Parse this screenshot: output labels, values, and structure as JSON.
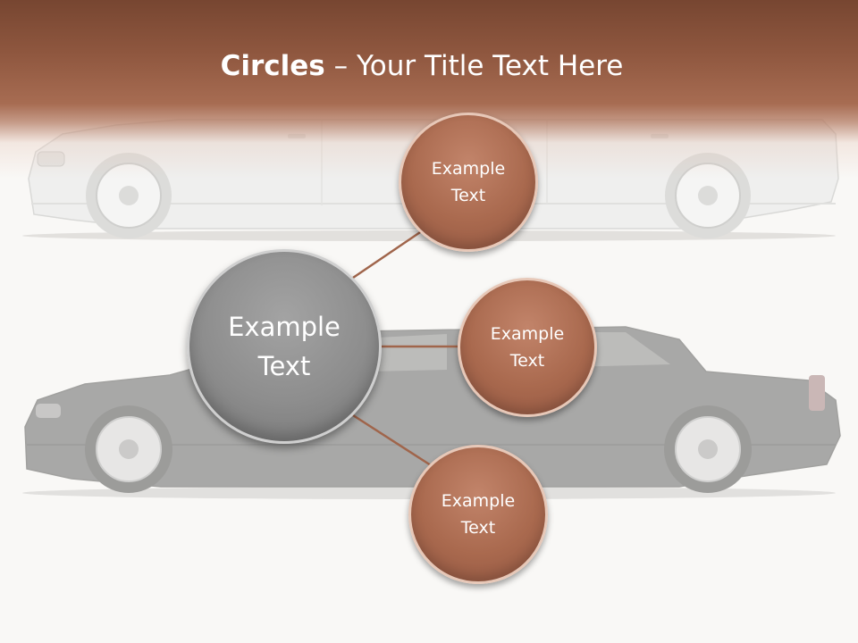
{
  "slide": {
    "title_strong": "Circles",
    "title_rest": " – Your Title Text Here"
  },
  "diagram": {
    "center": {
      "line1": "Example",
      "line2": "Text"
    },
    "nodes": [
      {
        "line1": "Example",
        "line2": "Text"
      },
      {
        "line1": "Example",
        "line2": "Text"
      },
      {
        "line1": "Example",
        "line2": "Text"
      }
    ]
  },
  "colors": {
    "header": "#8f573f",
    "node_fill": "#a9694e",
    "center_fill": "#8d8d8d",
    "connector": "#a0654b"
  }
}
